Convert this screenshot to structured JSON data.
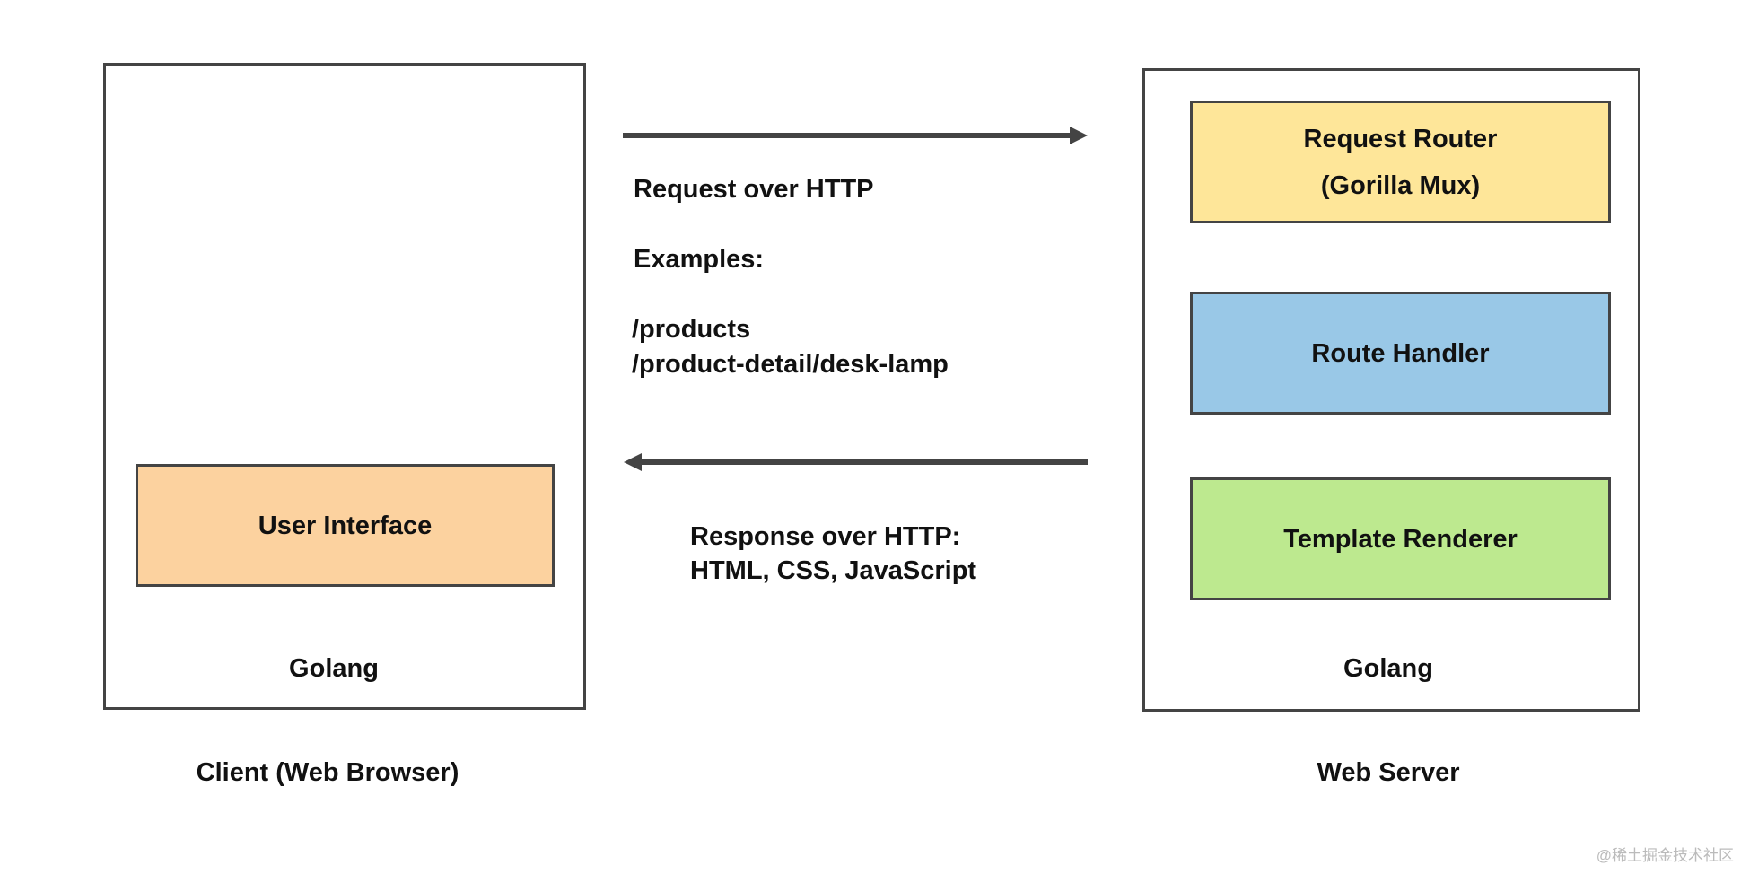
{
  "client": {
    "component": "User Interface",
    "language": "Golang",
    "label": "Client (Web Browser)",
    "component_color": "#fcd29f"
  },
  "server": {
    "components": [
      {
        "lines": [
          "Request Router",
          "(Gorilla Mux)"
        ],
        "color": "#fee699"
      },
      {
        "lines": [
          "Route Handler"
        ],
        "color": "#99c8e7"
      },
      {
        "lines": [
          "Template Renderer"
        ],
        "color": "#bde98f"
      }
    ],
    "language": "Golang",
    "label": "Web Server"
  },
  "request": {
    "title": "Request over HTTP",
    "examples_label": "Examples:",
    "examples": [
      "/products",
      "/product-detail/desk-lamp"
    ]
  },
  "response": {
    "lines": [
      "Response over HTTP:",
      "HTML, CSS, JavaScript"
    ]
  },
  "watermark": "@稀土掘金技术社区"
}
